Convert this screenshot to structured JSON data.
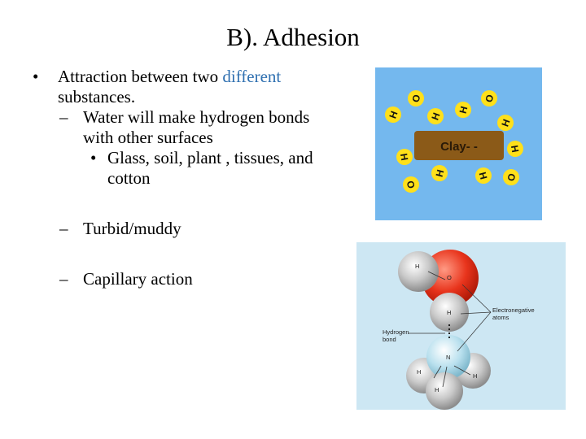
{
  "slide": {
    "title": "B). Adhesion",
    "bullets": {
      "b1_part1": "Attraction between two ",
      "b1_accent": "different",
      "b1_line2": "substances.",
      "b1_sub1_line1": "Water will make hydrogen bonds",
      "b1_sub1_line2": "with other surfaces",
      "b1_sub1_sub_line1": "Glass, soil, plant , tissues, and",
      "b1_sub1_sub_line2": "cotton",
      "b2": "Turbid/muddy",
      "b3": "Capillary action"
    },
    "markers": {
      "bullet": "•",
      "dash": "–"
    },
    "colors": {
      "accent": "#2e6fb0",
      "clay_bg": "#74b8ee",
      "clay_block": "#8b5a18",
      "atom_yellow": "#ffe01a",
      "mol_bg": "#cde7f3",
      "oxygen": "#e8341c",
      "nitrogen": "#b9e0ee"
    }
  },
  "clay_figure": {
    "clay_label": "Clay- -",
    "atoms": [
      "H",
      "O",
      "H",
      "H",
      "O",
      "H",
      "H",
      "O",
      "H",
      "H",
      "O",
      "H"
    ]
  },
  "molecule_figure": {
    "labels": {
      "h_top": "H",
      "o": "O",
      "h_mid": "H",
      "electroneg_line1": "Electronegative",
      "electroneg_line2": "atoms",
      "hbond_line1": "Hydrogen",
      "hbond_line2": "bond",
      "n": "N",
      "h_left": "H",
      "h_right": "H",
      "h_bottom": "H"
    }
  }
}
